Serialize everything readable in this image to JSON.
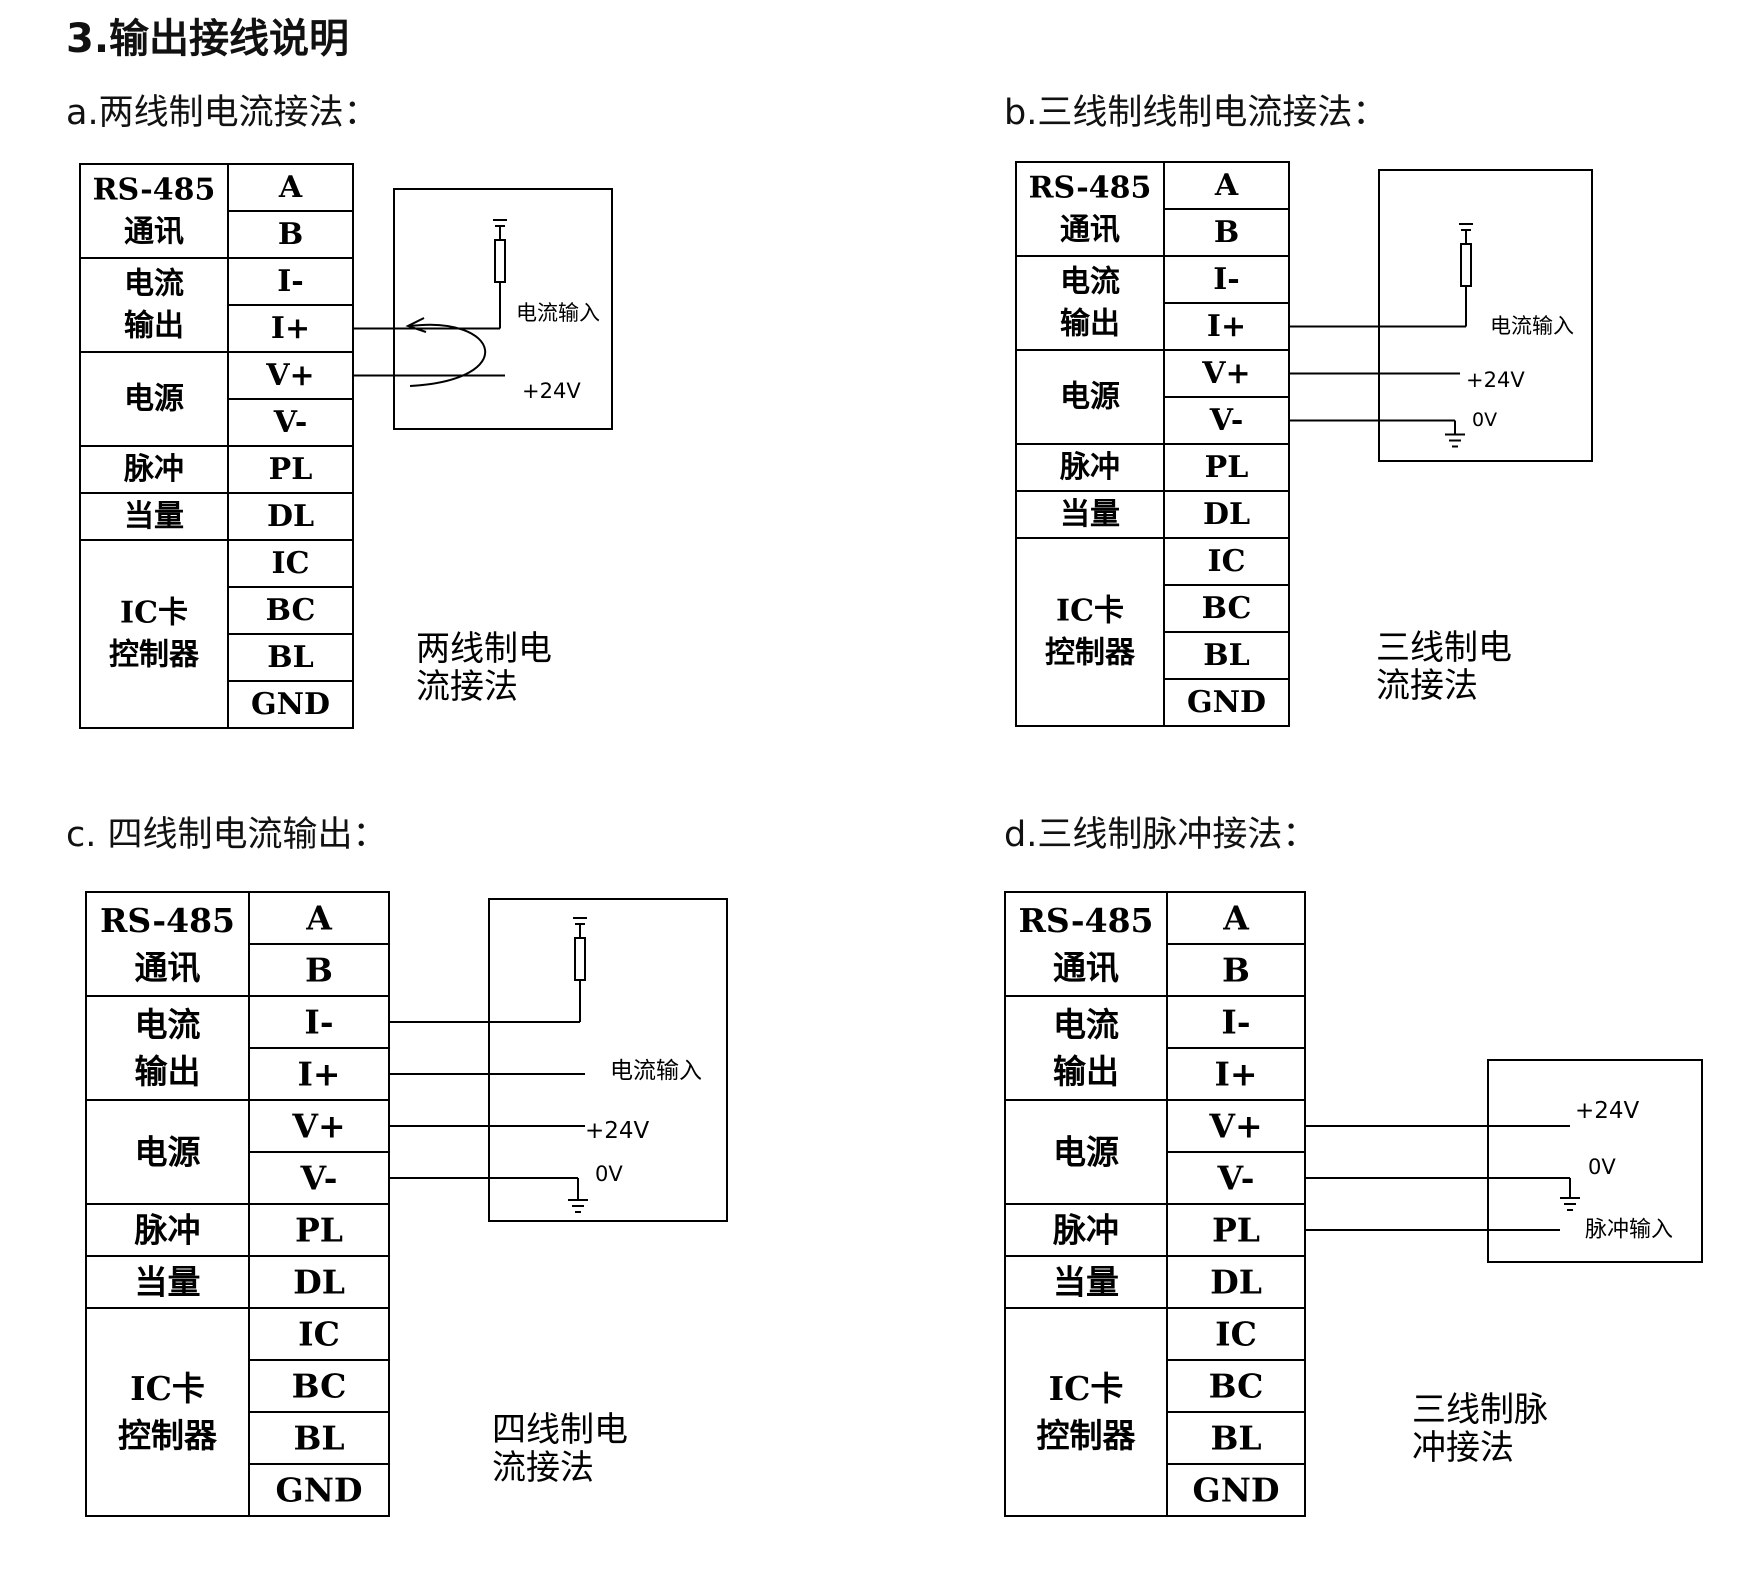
{
  "page_title": "3.输出接线说明",
  "terminal_table": {
    "groups": [
      {
        "name": "RS-485\n通讯",
        "terminals": [
          "A",
          "B"
        ]
      },
      {
        "name": "电流\n输出",
        "terminals": [
          "I-",
          "I+"
        ]
      },
      {
        "name": "电源",
        "terminals": [
          "V+",
          "V-"
        ]
      },
      {
        "name": "脉冲",
        "terminals": [
          "PL"
        ]
      },
      {
        "name": "当量",
        "terminals": [
          "DL"
        ]
      },
      {
        "name": "IC卡\n控制器",
        "terminals": [
          "IC",
          "BC",
          "BL",
          "GND"
        ]
      }
    ]
  },
  "diagrams": [
    {
      "id": "a",
      "heading": "a.两线制电流接法：",
      "caption": "两线制电\n流接法",
      "labels": [
        "电流输入",
        "+24V"
      ]
    },
    {
      "id": "b",
      "heading": "b.三线制线制电流接法：",
      "caption": "三线制电\n流接法",
      "labels": [
        "电流输入",
        "+24V",
        "0V"
      ]
    },
    {
      "id": "c",
      "heading": "c. 四线制电流输出：",
      "caption": "四线制电\n流接法",
      "labels": [
        "电流输入",
        "+24V",
        "0V"
      ]
    },
    {
      "id": "d",
      "heading": "d.三线制脉冲接法：",
      "caption": "三线制脉\n冲接法",
      "labels": [
        "+24V",
        "0V",
        "脉冲输入"
      ]
    }
  ]
}
